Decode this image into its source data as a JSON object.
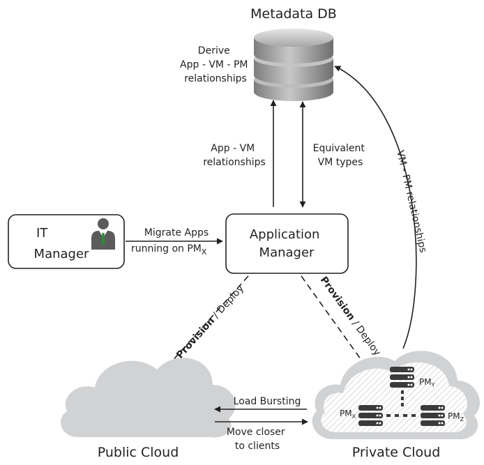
{
  "metadata_db": {
    "title": "Metadata DB",
    "derive": [
      "Derive",
      "App - VM - PM",
      "relationships"
    ]
  },
  "edges": {
    "app_vm": [
      "App - VM",
      "relationships"
    ],
    "equivalent": [
      "Equivalent",
      "VM types"
    ],
    "vm_pm": "VM - PM relationships",
    "migrate_line1": "Migrate Apps",
    "migrate_line2": "running on PM",
    "migrate_sub": "X",
    "provision_bold": "Provision",
    "provision_rest": " / Deploy",
    "load_bursting": "Load Bursting",
    "move_closer": [
      "Move closer",
      "to clients"
    ]
  },
  "it_manager": {
    "line1": "IT",
    "line2": "Manager"
  },
  "app_manager": {
    "line1": "Application",
    "line2": "Manager"
  },
  "public_cloud": {
    "label": "Public Cloud"
  },
  "private_cloud": {
    "label": "Private Cloud",
    "pm_prefix": "PM",
    "pm_y": "Y",
    "pm_x": "X",
    "pm_z": "Z"
  },
  "icons": [
    "database-icon",
    "businessman-icon",
    "cloud-icon",
    "server-rack-icon"
  ]
}
